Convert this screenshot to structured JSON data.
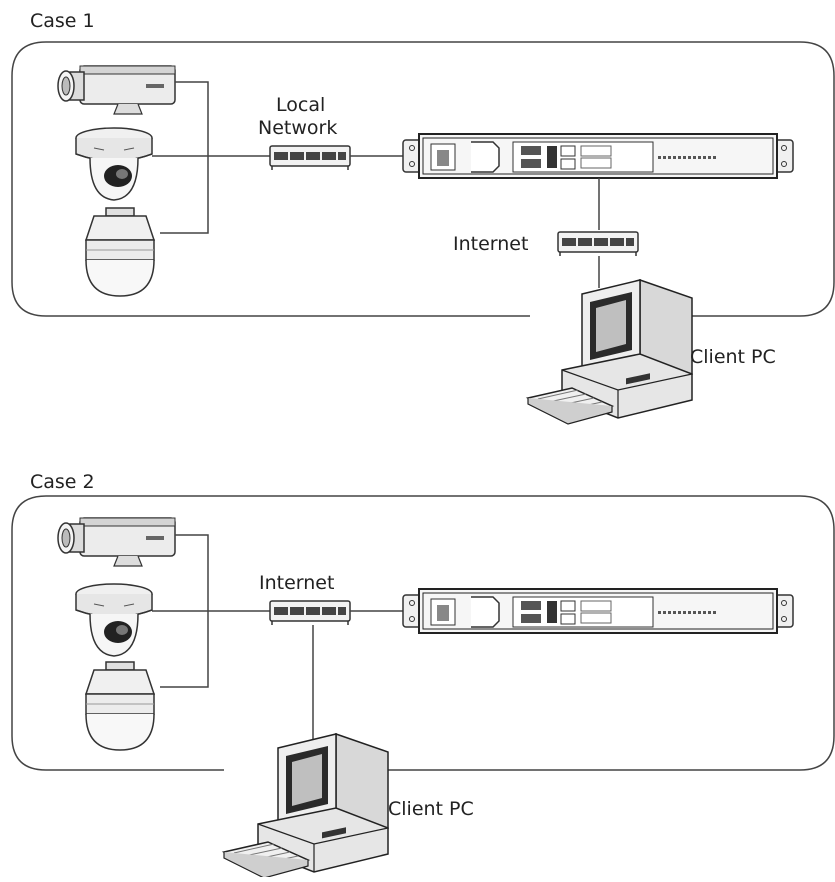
{
  "diagram": {
    "cases": [
      {
        "title": "Case 1",
        "switch_label_line1": "Local",
        "switch_label_line2": "Network",
        "internet_label": "Internet",
        "client_label": "Client PC"
      },
      {
        "title": "Case 2",
        "switch_label_line1": "Internet",
        "client_label": "Client PC"
      }
    ],
    "colors": {
      "line": "#444444",
      "device_body": "#e8e8e8",
      "device_dark": "#2a2a2a"
    }
  }
}
